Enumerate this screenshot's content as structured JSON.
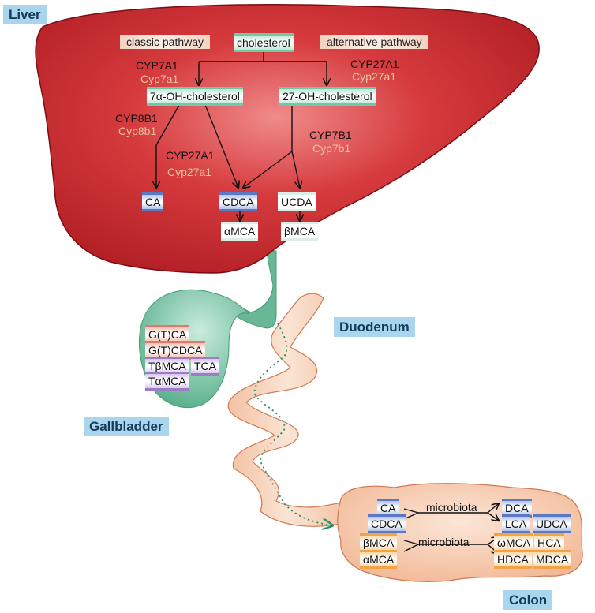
{
  "regions": {
    "liver": "Liver",
    "duodenum": "Duodenum",
    "gallbladder": "Gallbladder",
    "colon": "Colon"
  },
  "pathways": {
    "classic": "classic pathway",
    "alternative": "alternative pathway"
  },
  "liver": {
    "cholesterol": "cholesterol",
    "oh7": "7α-OH-cholesterol",
    "oh27": "27-OH-cholesterol",
    "ca": "CA",
    "cdca": "CDCA",
    "ucda": "UCDA",
    "amca": "αMCA",
    "bmca": "βMCA",
    "enzymes": {
      "cyp7a1": "CYP7A1",
      "cyp7a1_mouse": "Cyp7a1",
      "cyp27a1_top": "CYP27A1",
      "cyp27a1_top_mouse": "Cyp27a1",
      "cyp8b1": "CYP8B1",
      "cyp8b1_mouse": "Cyp8b1",
      "cyp27a1_mid": "CYP27A1",
      "cyp27a1_mid_mouse": "Cyp27a1",
      "cyp7b1": "CYP7B1",
      "cyp7b1_mouse": "Cyp7b1"
    }
  },
  "gallbladder_acids": {
    "gtca": "G(T)CA",
    "gtcdca": "G(T)CDCA",
    "tbmca": "TβMCA",
    "tca": "TCA",
    "tamca": "TαMCA"
  },
  "colon": {
    "ca": "CA",
    "cdca": "CDCA",
    "microbiota1": "microbiota",
    "dca": "DCA",
    "lca": "LCA",
    "udca": "UDCA",
    "bmca": "βMCA",
    "amca": "αMCA",
    "microbiota2": "microbiota",
    "wmca": "ωMCA",
    "hca": "HCA",
    "hdca": "HDCA",
    "mdca": "MDCA"
  },
  "colors": {
    "liver": "#c8262b",
    "gallbladder": "#6ab99a",
    "intestine": "#f4c3a4",
    "region_label": "#a9d6ec"
  }
}
